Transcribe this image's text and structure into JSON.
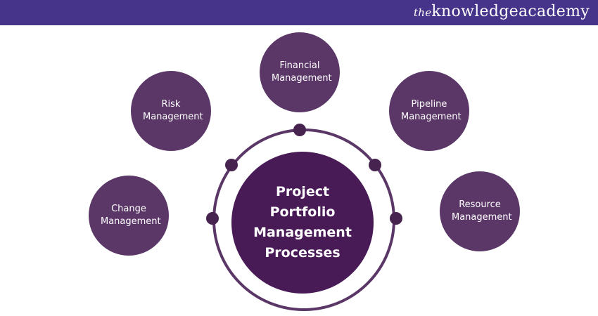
{
  "header": {
    "logo_prefix": "the",
    "logo_main": "knowledge",
    "logo_suffix": "academy"
  },
  "diagram": {
    "center": "Project Portfolio Management Processes",
    "nodes": [
      {
        "label": "Financial Management"
      },
      {
        "label": "Risk Management"
      },
      {
        "label": "Pipeline Management"
      },
      {
        "label": "Change Management"
      },
      {
        "label": "Resource Management"
      }
    ]
  },
  "colors": {
    "header": "#46338a",
    "node": "#5b3768",
    "center": "#481a56"
  }
}
